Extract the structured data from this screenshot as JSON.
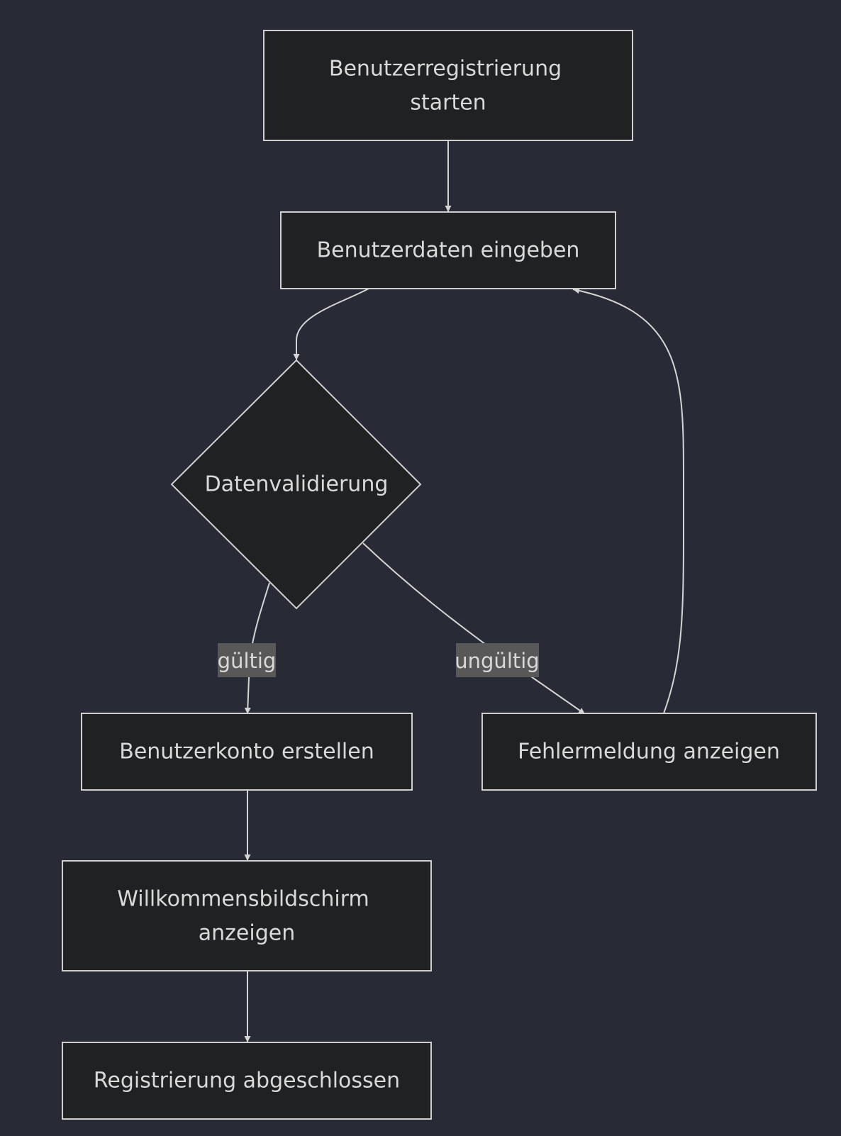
{
  "diagram": {
    "nodes": {
      "start": [
        "Benutzerregistrierung",
        "starten"
      ],
      "input": [
        "Benutzerdaten eingeben"
      ],
      "validate": [
        "Datenvalidierung"
      ],
      "create": [
        "Benutzerkonto erstellen"
      ],
      "error": [
        "Fehlermeldung anzeigen"
      ],
      "welcome": [
        "Willkommensbildschirm",
        "anzeigen"
      ],
      "done": [
        "Registrierung abgeschlossen"
      ]
    },
    "edge_labels": {
      "valid": "gültig",
      "invalid": "ungültig"
    }
  },
  "colors": {
    "background": "#282b35",
    "node_fill": "#202122",
    "node_stroke": "#cfcfcf",
    "text": "#d9d9d9",
    "edge": "#d4d4d4",
    "edge_label_bg": "#585858"
  }
}
